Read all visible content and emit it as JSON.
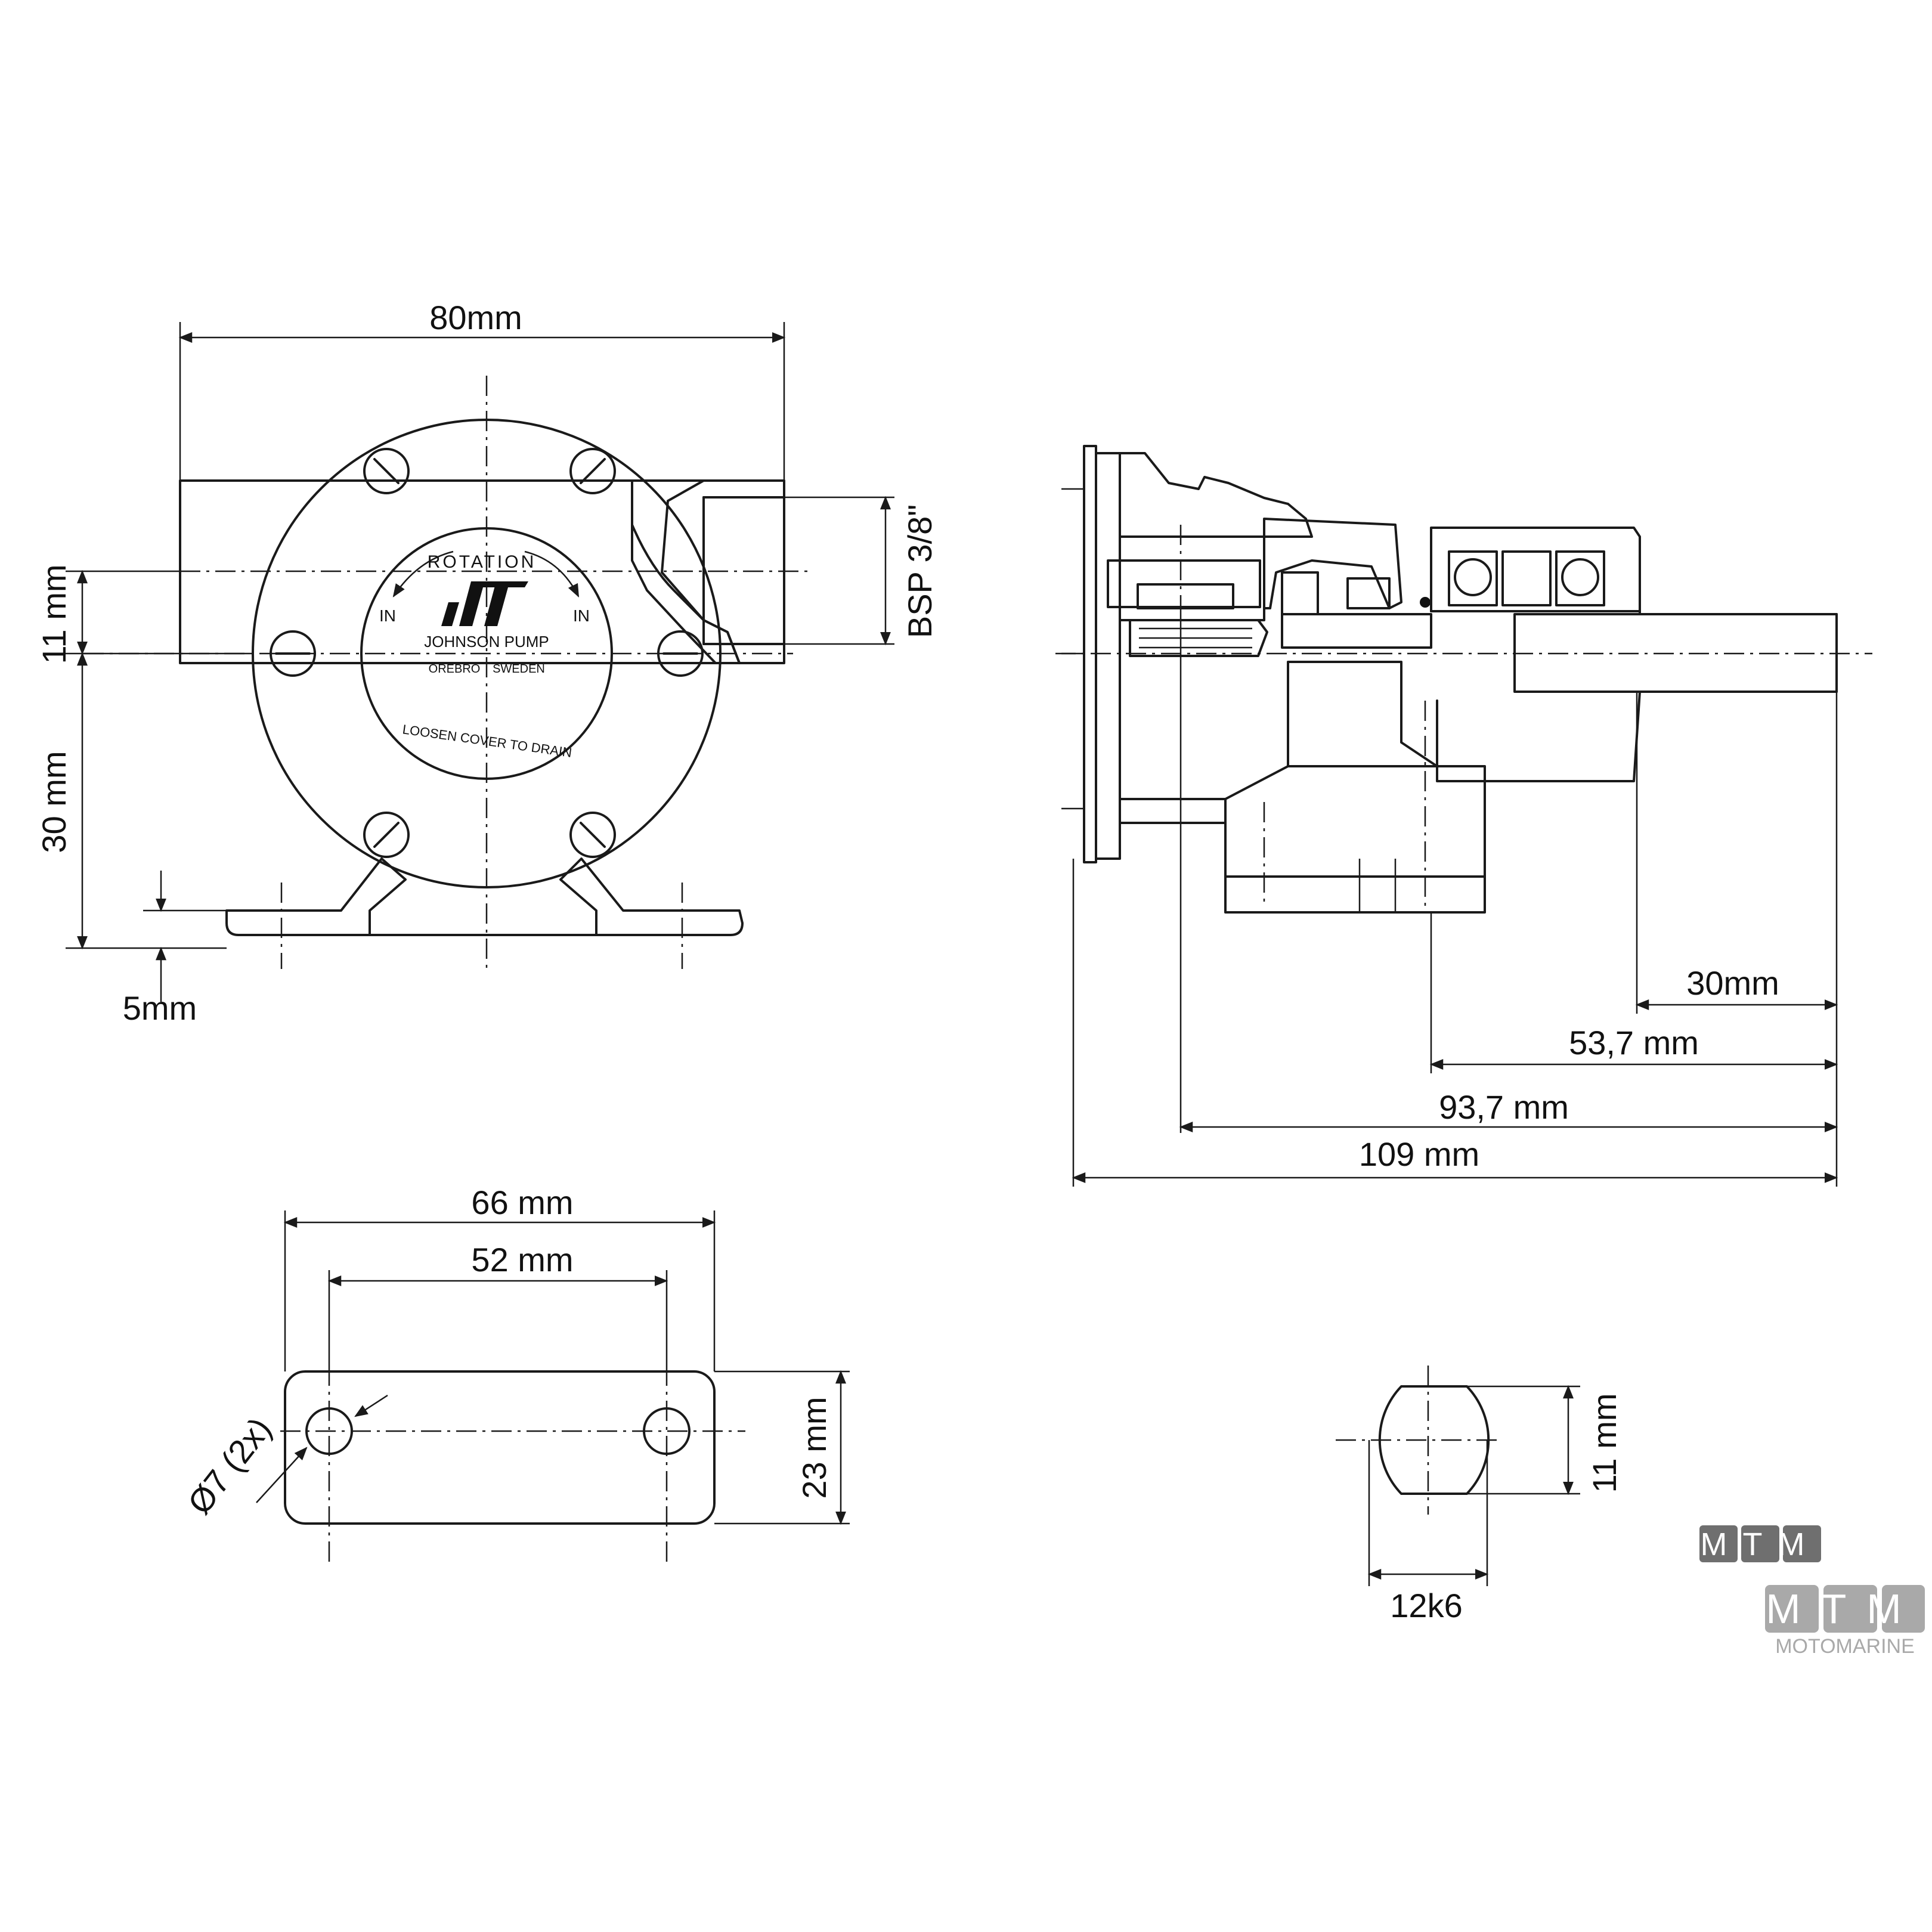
{
  "dimensions": {
    "width_80": "80mm",
    "height_11": "11 mm",
    "height_30": "30 mm",
    "foot_5": "5mm",
    "thread": "BSP 3/8\"",
    "shaft_30": "30mm",
    "len_53_7": "53,7 mm",
    "len_93_7": "93,7 mm",
    "len_109": "109 mm",
    "foot_66": "66 mm",
    "foot_52": "52 mm",
    "foot_23": "23 mm",
    "hole": "Ø7 (2x)",
    "shaft_11": "11 mm",
    "shaft_fit": "12k6"
  },
  "cover": {
    "rotation": "ROTATION",
    "in_left": "IN",
    "in_right": "IN",
    "brand": "JOHNSON PUMP",
    "city": "ÖREBRO",
    "country": "SWEDEN",
    "drain": "LOOSEN COVER TO DRAIN"
  },
  "watermark": {
    "small": "MTM",
    "large": "MTM",
    "name": "MOTOMARINE"
  },
  "colors": {
    "line": "#1a1a1a",
    "watermark_small": "#6f6f6f",
    "watermark_large": "#a9a9a9"
  }
}
